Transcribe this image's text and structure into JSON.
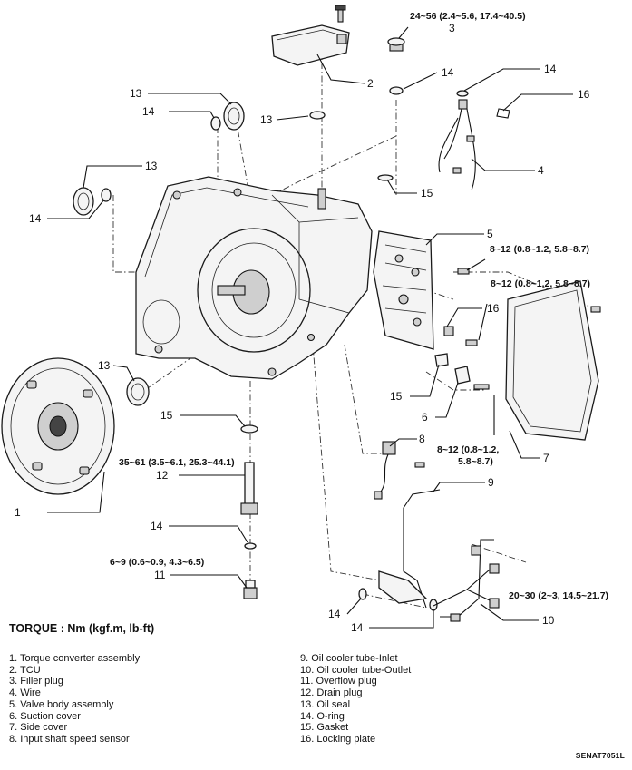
{
  "torque_heading": "TORQUE : Nm (kgf.m, lb-ft)",
  "callouts": {
    "c1": "1",
    "c2": "2",
    "c3": "3",
    "c4": "4",
    "c5": "5",
    "c6": "6",
    "c7": "7",
    "c8": "8",
    "c9": "9",
    "c10": "10",
    "c11": "11",
    "c12": "12",
    "c13a": "13",
    "c13b": "13",
    "c13c": "13",
    "c13d": "13",
    "c14a": "14",
    "c14b": "14",
    "c14c": "14",
    "c14d": "14",
    "c14e": "14",
    "c14f": "14",
    "c14g": "14",
    "c15a": "15",
    "c15b": "15",
    "c15c": "15",
    "c16a": "16",
    "c16b": "16"
  },
  "torques": {
    "filler_plug": "24~56 (2.4~5.6, 17.4~40.5)",
    "valve_body_a": "8~12 (0.8~1.2, 5.8~8.7)",
    "valve_body_b": "8~12 (0.8~1.2, 5.8~8.7)",
    "speed_sensor_l1": "8~12 (0.8~1.2,",
    "speed_sensor_l2": "5.8~8.7)",
    "overflow_plug": "35~61 (3.5~6.1, 25.3~44.1)",
    "drain_plug": "6~9 (0.6~0.9, 4.3~6.5)",
    "cooler_tube": "20~30 (2~3, 14.5~21.7)"
  },
  "legend_left": [
    "1.  Torque converter assembly",
    "2.  TCU",
    "3.  Filler plug",
    "4.  Wire",
    "5.  Valve body assembly",
    "6.  Suction cover",
    "7.  Side cover",
    "8.  Input shaft speed sensor"
  ],
  "legend_right": [
    "9.  Oil cooler tube-Inlet",
    "10.  Oil cooler tube-Outlet",
    "11.  Overflow plug",
    "12.  Drain plug",
    "13.  Oil seal",
    "14.  O-ring",
    "15.  Gasket",
    "16.  Locking plate"
  ],
  "figure_code": "SENAT7051L"
}
